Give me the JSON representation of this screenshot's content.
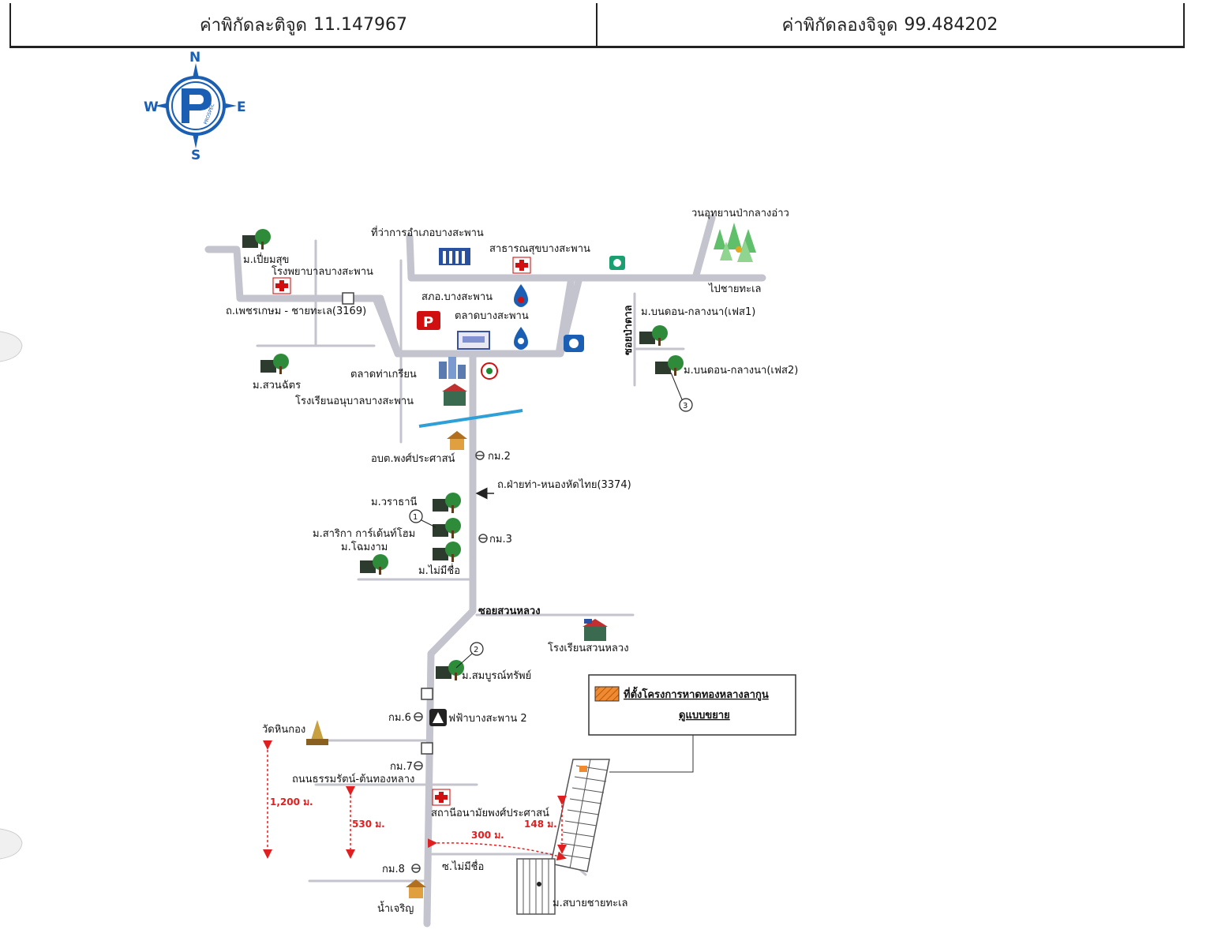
{
  "header": {
    "lat_label": "ค่าพิกัดละติจูด",
    "lat_value": "11.147967",
    "lon_label": "ค่าพิกัดลองจิจูด",
    "lon_value": "99.484202"
  },
  "compass": {
    "n": "N",
    "s": "S",
    "e": "E",
    "w": "W",
    "logo_text": "PROSPEC"
  },
  "labels": {
    "forest_park": "วนอุทยานป่ากลางอ่าว",
    "district_office": "ที่ว่าการอำเภอบางสะพาน",
    "public_health": "สาธารณสุขบางสะพาน",
    "to_beach": "ไปชายทะเล",
    "police": "สภอ.บางสะพาน",
    "market_bangsaphan": "ตลาดบางสะพาน",
    "village_piamsuk": "ม.เปี่ยมสุข",
    "hospital": "โรงพยาบาลบางสะพาน",
    "road_petchkasem": "ถ.เพชรเกษม - ชายทะเล(3169)",
    "soi_pasak": "ซอยป่าตาล",
    "village_bondon1": "ม.บนดอน-กลางนา(เฟส1)",
    "village_bondon2": "ม.บนดอน-กลางนา(เฟส2)",
    "market_thakrian": "ตลาดท่าเกรียน",
    "village_suanchat": "ม.สวนฉัตร",
    "school_anuban": "โรงเรียนอนุบาลบางสะพาน",
    "tambon_office": "อบต.พงศ์ประศาสน์",
    "km2": "กม.2",
    "road_fai": "ถ.ฝ่ายท่า-หนองหัดไทย(3374)",
    "village_warathani": "ม.วราธานี",
    "village_sarika": "ม.สาริกา การ์เด้นท์โฮม",
    "village_chomngam": "ม.โฉมงาม",
    "village_mai_mi_chue": "ม.ไม่มีชื่อ",
    "km3": "กม.3",
    "soi_suanluang": "ซอยสวนหลวง",
    "school_suanluang": "โรงเรียนสวนหลวง",
    "village_somboon": "ม.สมบูรณ์ทรัพย์",
    "legend_line1": "ที่ตั้งโครงการหาดทองหลางลากูน",
    "legend_line2": "ดูแบบขยาย",
    "km6": "กม.6",
    "substation": "ฟฟ้าบางสะพาน 2",
    "temple": "วัดหินกอง",
    "km7": "กม.7",
    "road_thammarat": "ถนนธรรมรัตน์-ต้นทองหลาง",
    "health_station": "สถานีอนามัยพงศ์ประศาสน์",
    "km8": "กม.8",
    "soi_mai_mi_chue": "ซ.ไม่มีชื่อ",
    "village_sabai": "ม.สบายชายทะเล",
    "namcharoen": "น้ำเจริญ",
    "marker1": "1",
    "marker2": "2",
    "marker3": "3"
  },
  "distances": {
    "d1200": "1,200 ม.",
    "d530": "530 ม.",
    "d300": "300 ม.",
    "d148": "148 ม."
  },
  "colors": {
    "road": "#c4c4ce",
    "distance": "#e02020",
    "compass_blue": "#1a5fb4",
    "tree_green": "#2e8b3a",
    "building_dark": "#2d3a2e",
    "river": "#2ea0d8",
    "project_orange": "#f08a30"
  }
}
